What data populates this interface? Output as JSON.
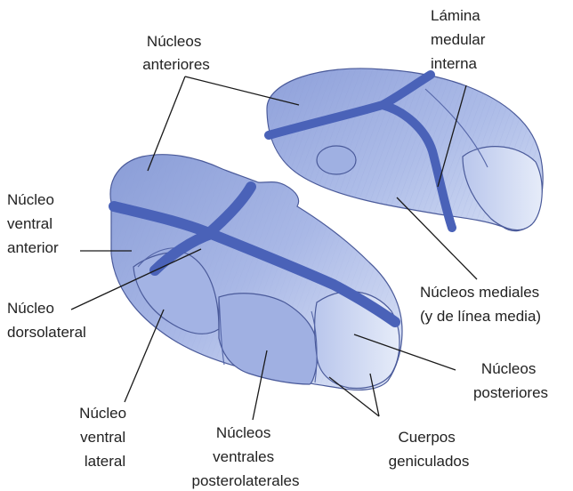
{
  "colors": {
    "lamina": "#4a62b8",
    "body_light": "#dfe6f7",
    "body_mid": "#b4c2ea",
    "body_dark": "#8c9fd8",
    "outline": "#4a5a9a",
    "label_text": "#222222"
  },
  "labels": {
    "lamina_line1": "Lámina",
    "lamina_line2": "medular",
    "lamina_line3": "interna",
    "anteriores_line1": "Núcleos",
    "anteriores_line2": "anteriores",
    "ventral_anterior_line1": "Núcleo",
    "ventral_anterior_line2": "ventral",
    "ventral_anterior_line3": "anterior",
    "dorsolateral_line1": "Núcleo",
    "dorsolateral_line2": "dorsolateral",
    "mediales_line1": "Núcleos mediales",
    "mediales_line2": "(y de línea media)",
    "posteriores_line1": "Núcleos",
    "posteriores_line2": "posteriores",
    "ventral_lateral_line1": "Núcleo",
    "ventral_lateral_line2": "ventral",
    "ventral_lateral_line3": "lateral",
    "posterolaterales_line1": "Núcleos",
    "posterolaterales_line2": "ventrales",
    "posterolaterales_line3": "posterolaterales",
    "geniculados_line1": "Cuerpos",
    "geniculados_line2": "geniculados"
  }
}
